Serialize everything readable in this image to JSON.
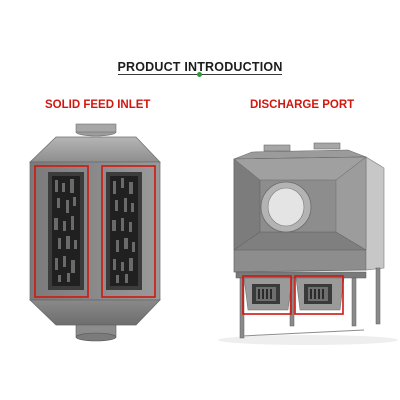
{
  "header": {
    "title": "PRODUCT INTRODUCTION"
  },
  "sections": {
    "left_label": "SOLID FEED INLET",
    "right_label": "DISCHARGE PORT"
  },
  "colors": {
    "highlight_red": "#d1170f",
    "title_text": "#1d1d1d",
    "accent_dot": "#2e9b3b",
    "steel_gray": "#8a8a8a"
  }
}
